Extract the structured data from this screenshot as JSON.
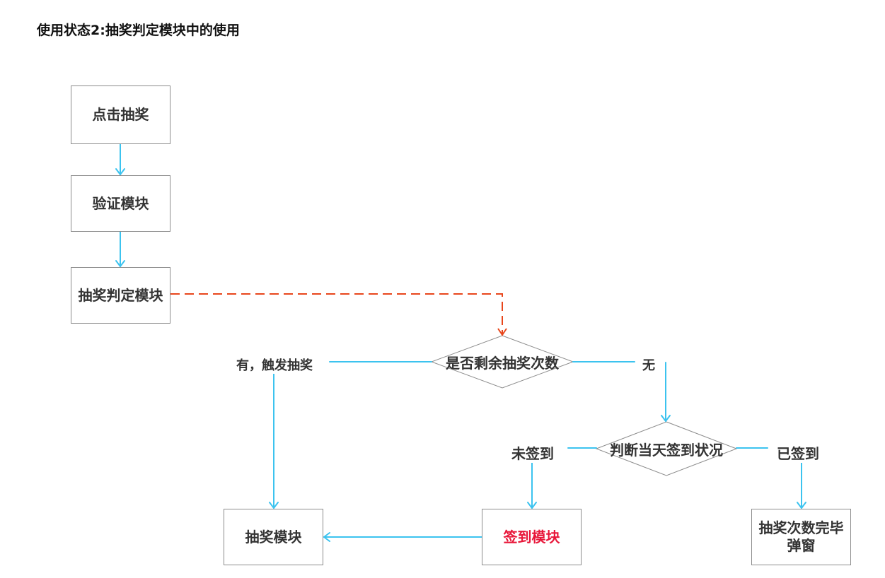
{
  "title": "使用状态2:抽奖判定模块中的使用",
  "nodes": {
    "click_draw": "点击抽奖",
    "verify_module": "验证模块",
    "draw_judge_module": "抽奖判定模块",
    "remaining_check": "是否剩余抽奖次数",
    "signin_status_check": "判断当天签到状况",
    "draw_module": "抽奖模块",
    "signin_module": "签到模块",
    "draw_exhausted_popup": "抽奖次数完毕弹窗"
  },
  "edge_labels": {
    "has_remaining": "有，触发抽奖",
    "none_remaining": "无",
    "not_signed": "未签到",
    "signed": "已签到"
  },
  "colors": {
    "arrow_blue": "#3cc3ef",
    "arrow_dashed_red": "#e8461b",
    "highlight_text": "#e8173a",
    "box_border": "#8c8c8c"
  }
}
